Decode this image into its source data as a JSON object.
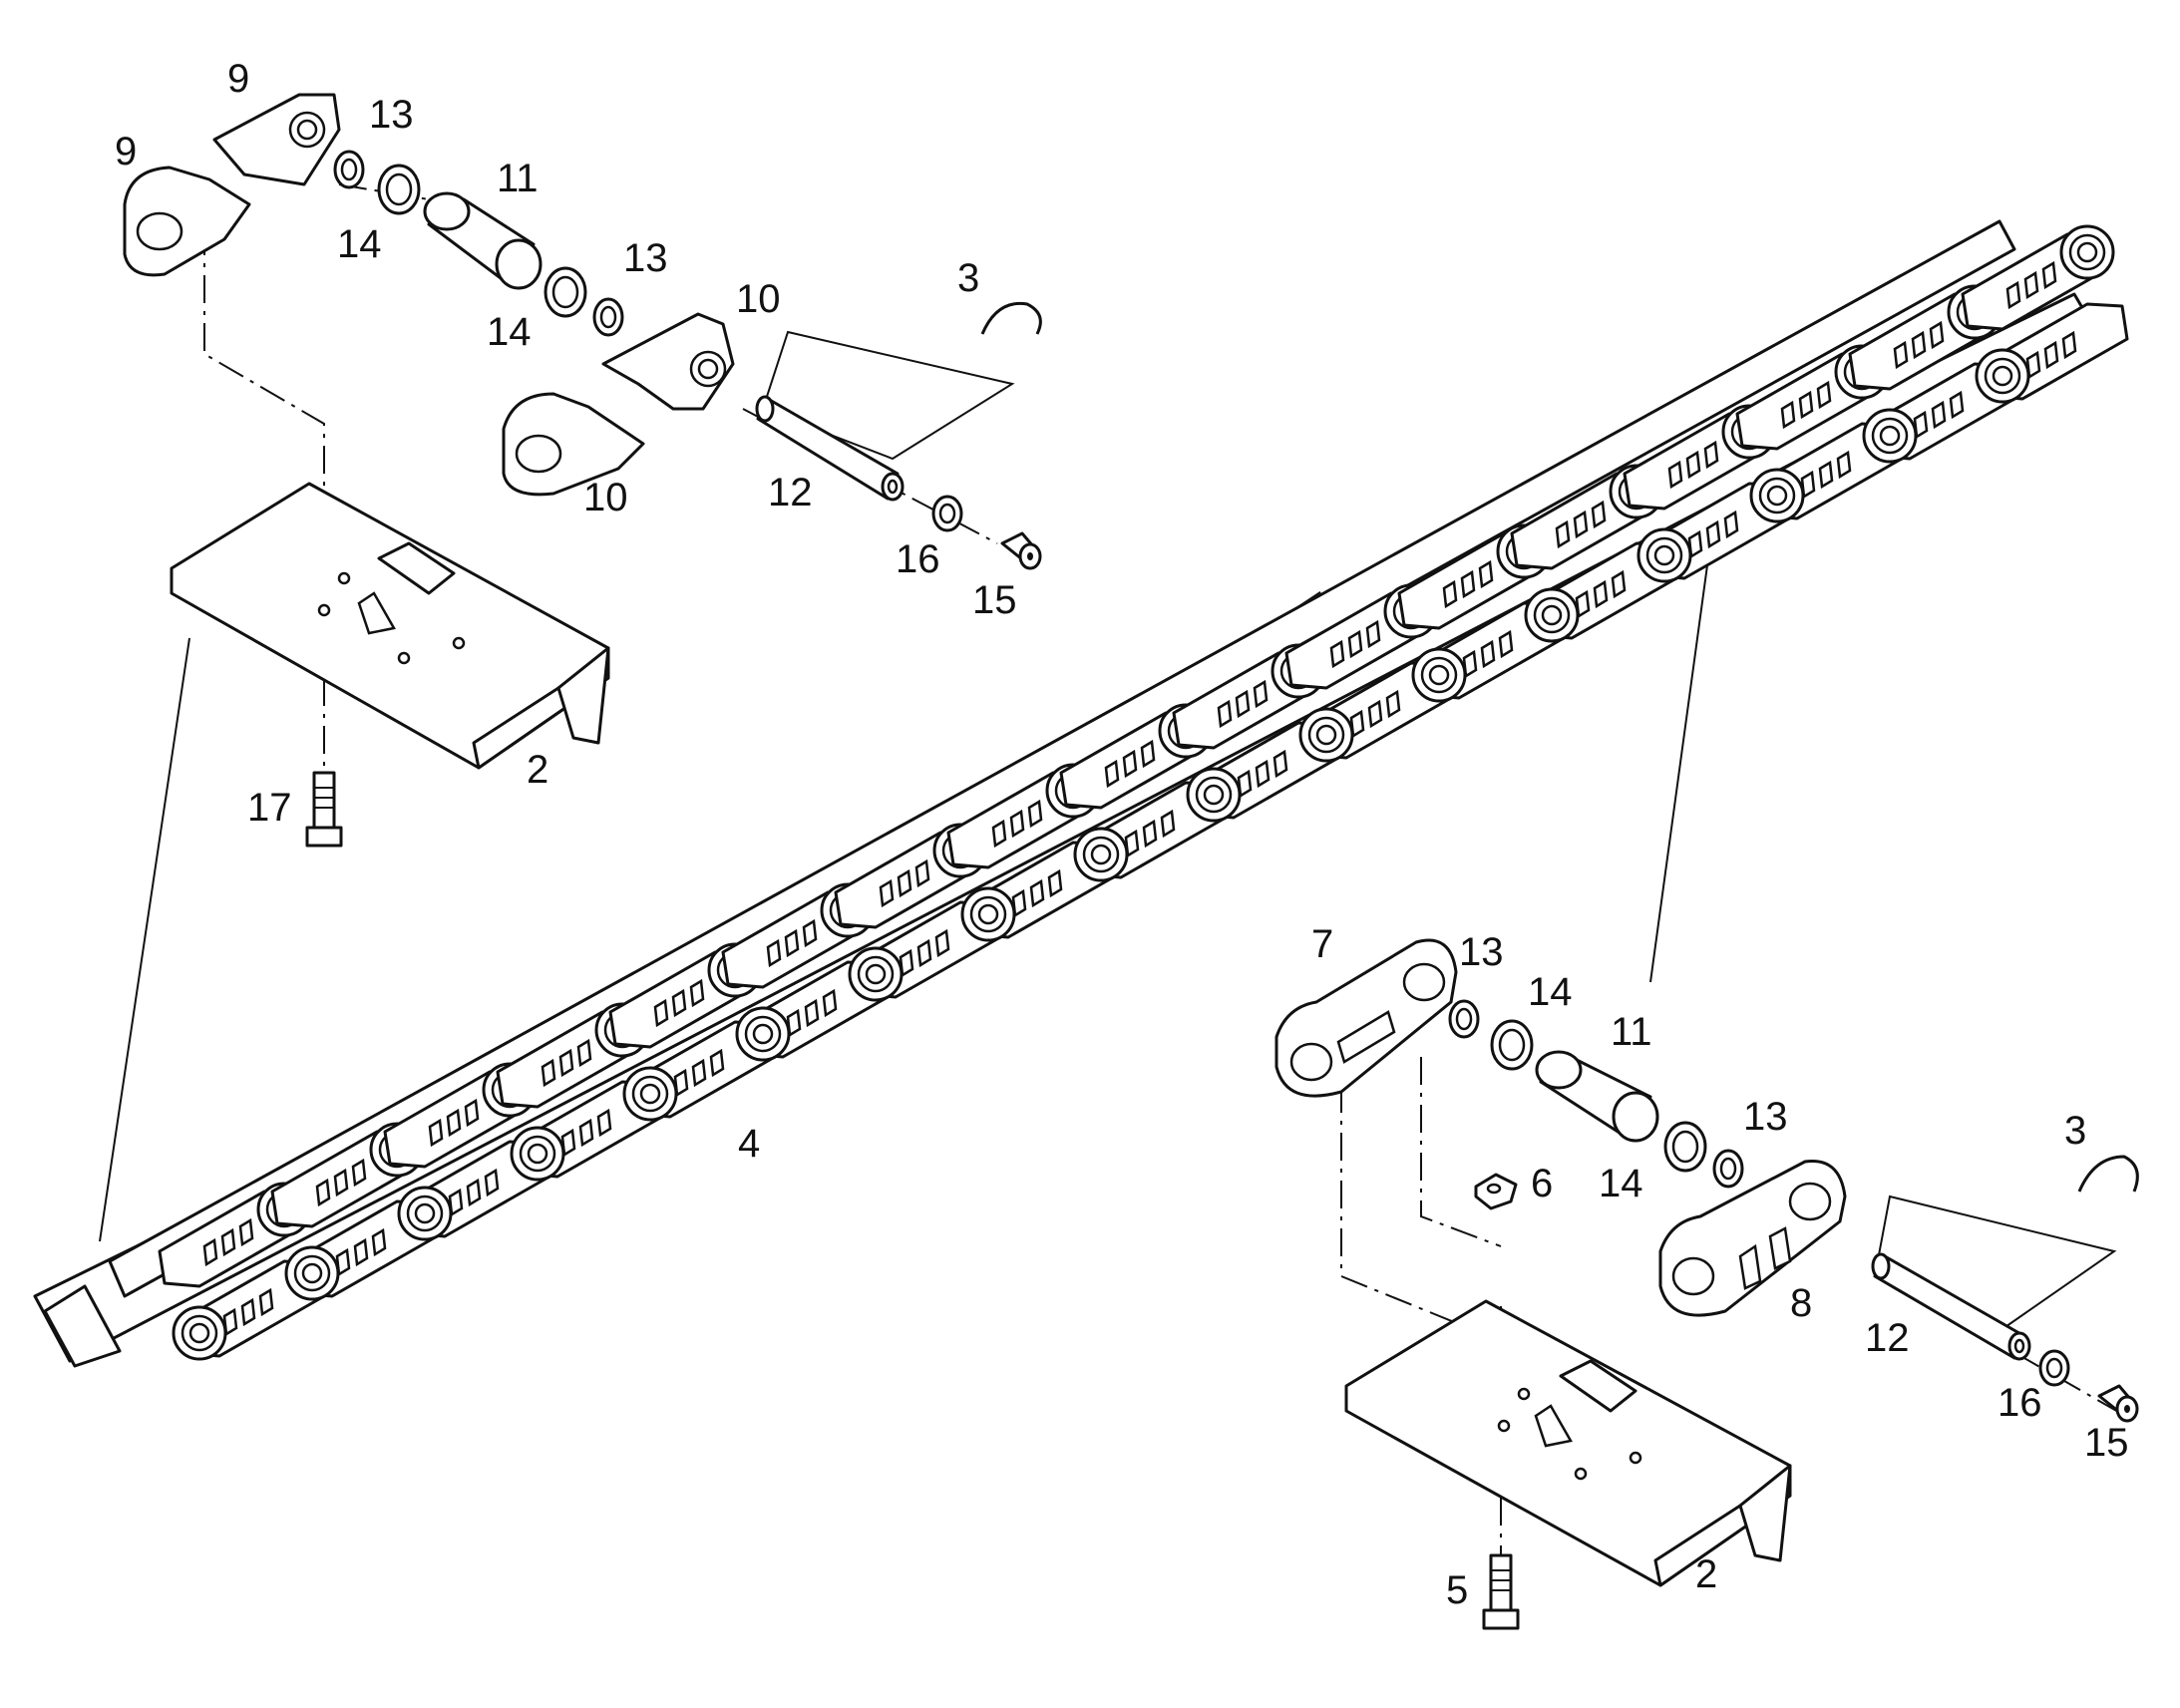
{
  "diagram": {
    "callouts": {
      "p9a": "9",
      "p9b": "9",
      "p13a": "13",
      "p11a": "11",
      "p14a": "14",
      "p13b": "13",
      "p14b": "14",
      "p10a": "10",
      "p10b": "10",
      "p3a": "3",
      "p12a": "12",
      "p16a": "16",
      "p15a": "15",
      "p2a": "2",
      "p17": "17",
      "p4": "4",
      "p7": "7",
      "p13c": "13",
      "p14c": "14",
      "p11b": "11",
      "p13d": "13",
      "p14d": "14",
      "p6": "6",
      "p3b": "3",
      "p8": "8",
      "p12b": "12",
      "p16b": "16",
      "p15b": "15",
      "p2b": "2",
      "p5": "5"
    }
  }
}
